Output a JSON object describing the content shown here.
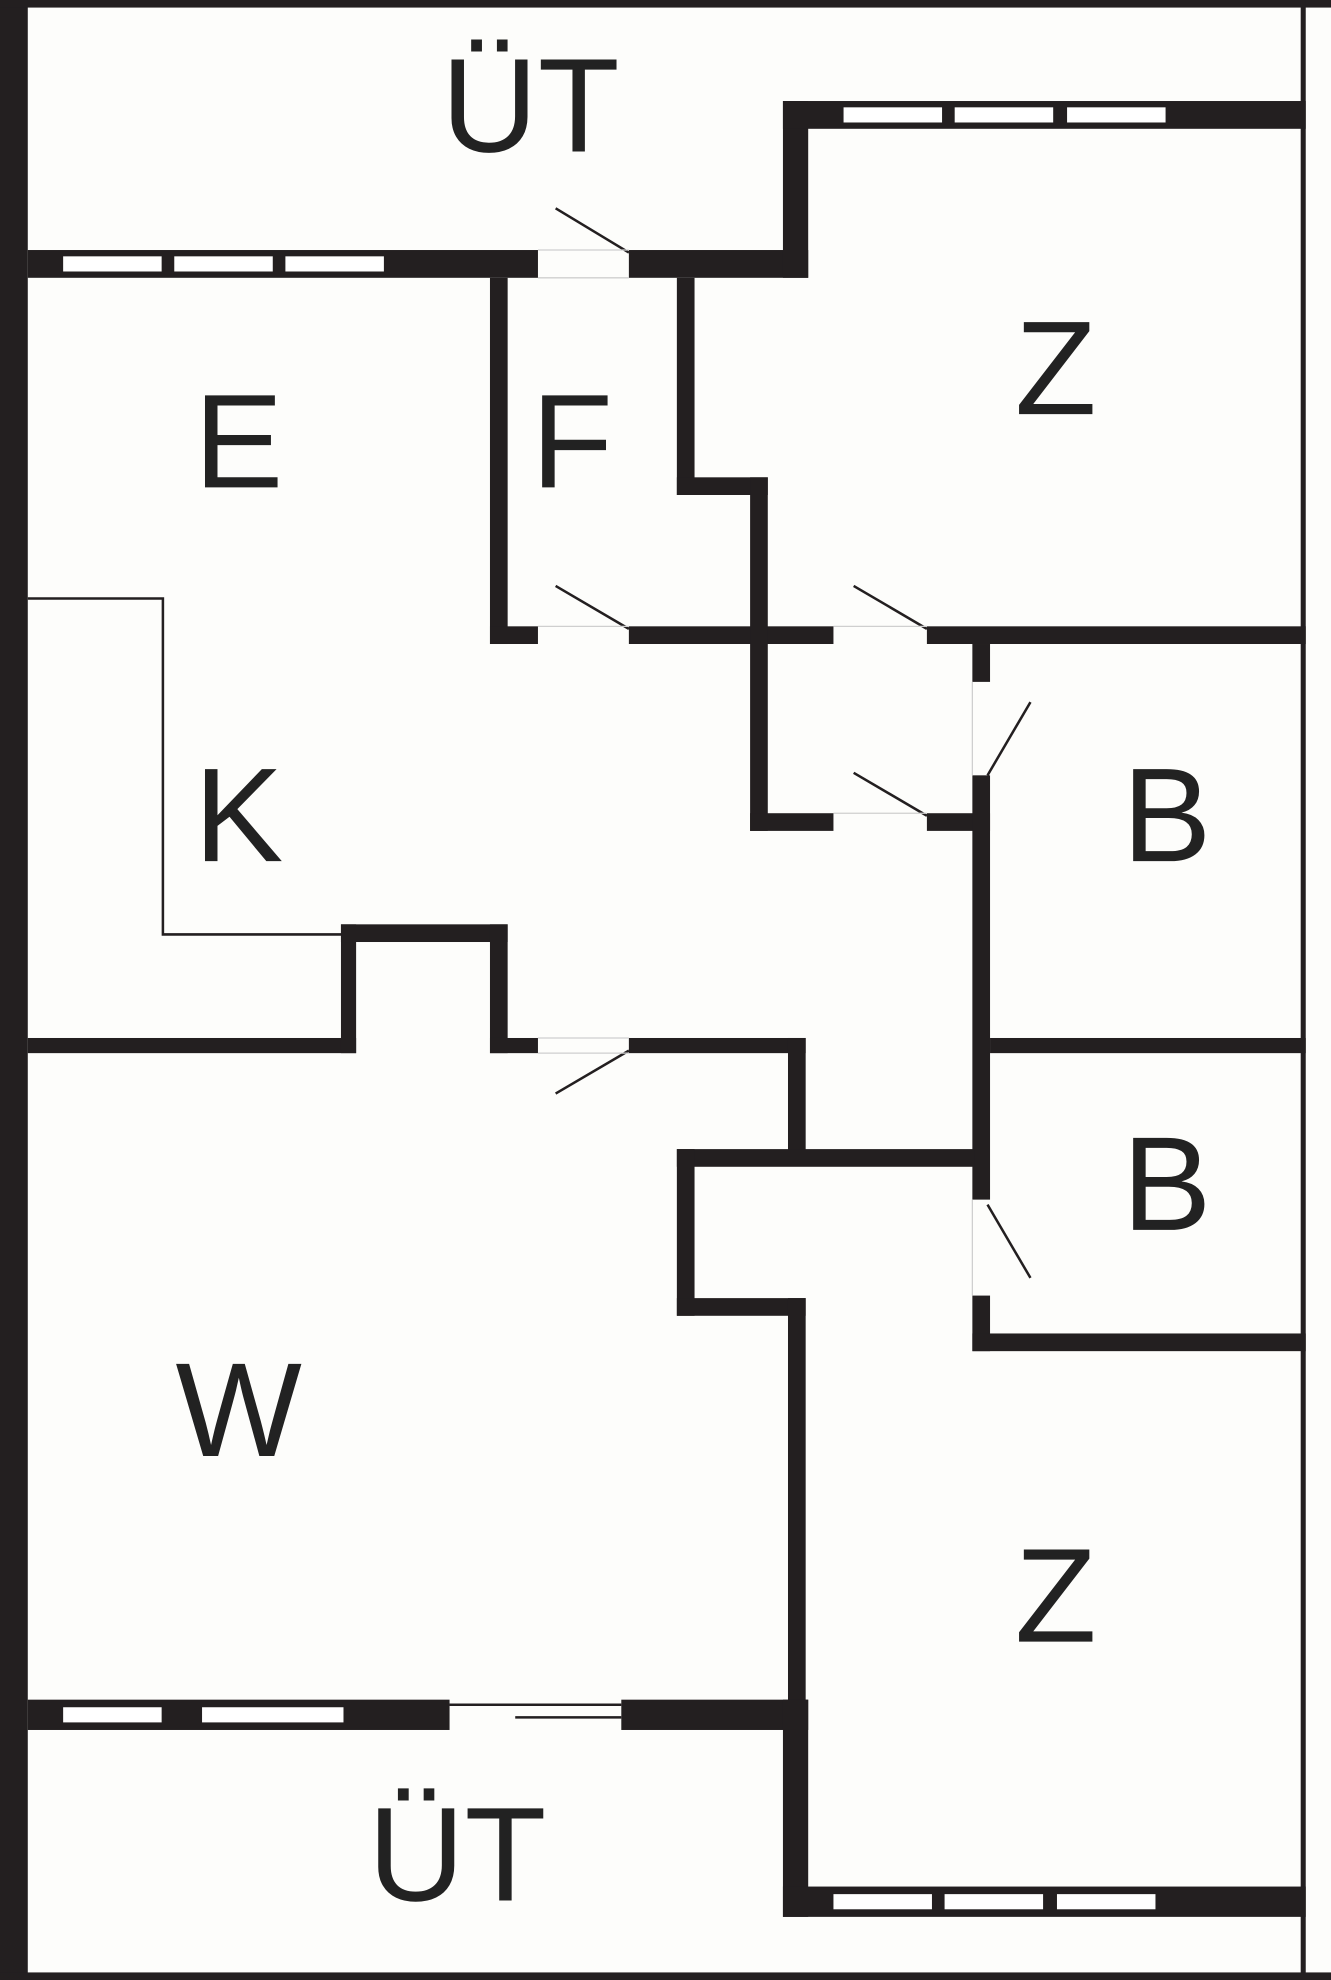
{
  "plan": {
    "background": "#fdfdfb",
    "wall_color": "#231f20",
    "window_color": "#ffffff",
    "rooms": [
      {
        "id": "balcony-top",
        "label": "ÜT"
      },
      {
        "id": "room-e",
        "label": "E"
      },
      {
        "id": "room-f",
        "label": "F"
      },
      {
        "id": "room-z-top",
        "label": "Z"
      },
      {
        "id": "room-k",
        "label": "K"
      },
      {
        "id": "room-b-upper",
        "label": "B"
      },
      {
        "id": "room-b-lower",
        "label": "B"
      },
      {
        "id": "room-w",
        "label": "W"
      },
      {
        "id": "room-z-bottom",
        "label": "Z"
      },
      {
        "id": "balcony-bottom",
        "label": "ÜT"
      }
    ]
  }
}
